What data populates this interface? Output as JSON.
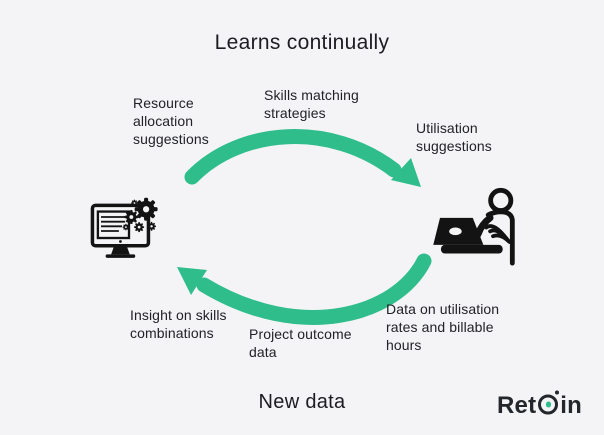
{
  "title": "Learns continually",
  "subtitle": "New data",
  "labels": {
    "resource_allocation": "Resource allocation suggestions",
    "skills_matching": "Skills matching strategies",
    "utilisation": "Utilisation suggestions",
    "insight_skills": "Insight on skills combinations",
    "project_outcome": "Project outcome data",
    "data_utilisation": "Data on utilisation rates and billable hours"
  },
  "logo": {
    "full": "Retain",
    "text_before": "Ret",
    "text_after": "in"
  },
  "icons": {
    "left": "computer-with-gears-icon",
    "right": "person-at-laptop-icon"
  },
  "colors": {
    "background": "#f4f4f6",
    "arrow": "#2ebd8b",
    "text": "#212227",
    "icon": "#131313",
    "logo_text": "#23262b",
    "logo_dot": "#2ebd8b"
  }
}
